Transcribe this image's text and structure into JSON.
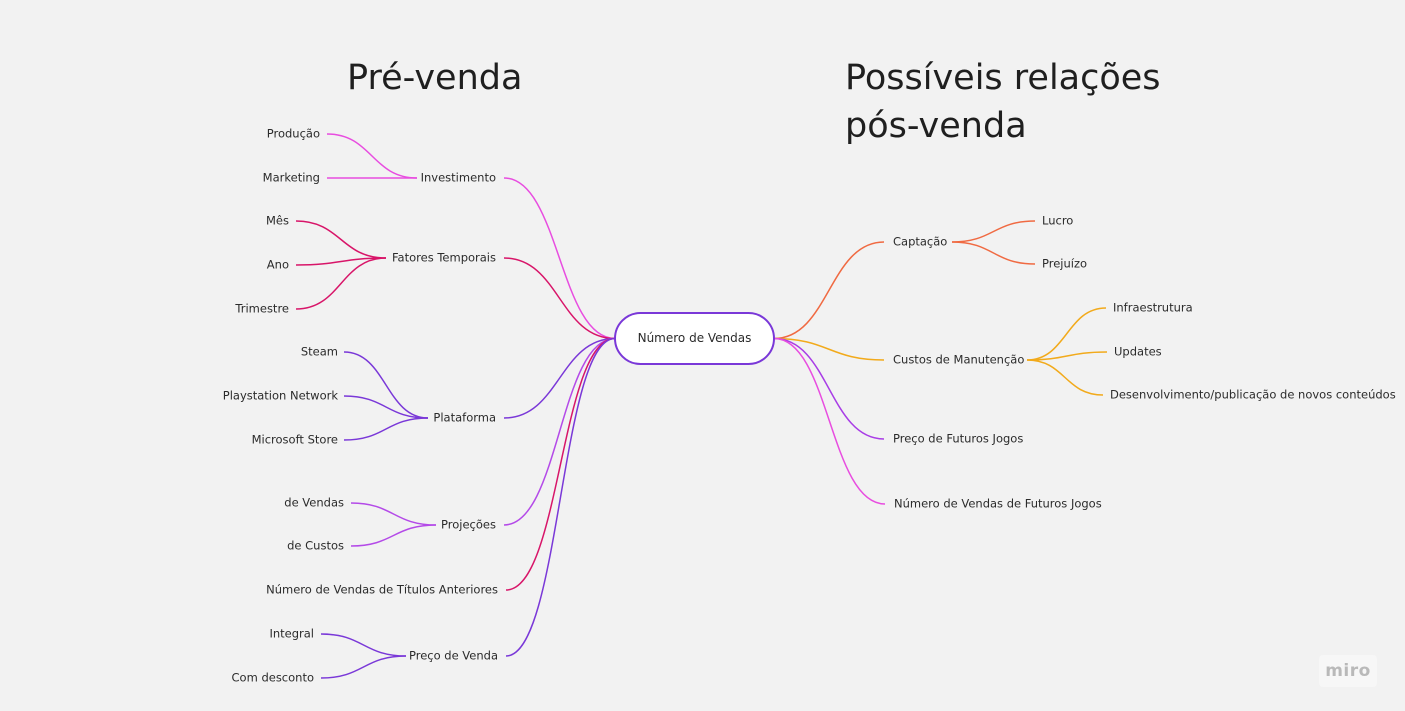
{
  "headings": {
    "left": "Pré-venda",
    "right_line1": "Possíveis relações",
    "right_line2": "pós-venda"
  },
  "root": {
    "label": "Número de Vendas"
  },
  "left_branches": [
    {
      "label": "Investimento",
      "color": "#e84de0",
      "children": [
        {
          "label": "Produção"
        },
        {
          "label": "Marketing"
        }
      ]
    },
    {
      "label": "Fatores Temporais",
      "color": "#d81569",
      "children": [
        {
          "label": "Mês"
        },
        {
          "label": "Ano"
        },
        {
          "label": "Trimestre"
        }
      ]
    },
    {
      "label": "Plataforma",
      "color": "#7a38d8",
      "children": [
        {
          "label": "Steam"
        },
        {
          "label": "Playstation Network"
        },
        {
          "label": "Microsoft Store"
        }
      ]
    },
    {
      "label": "Projeções",
      "color": "#b44ae8",
      "children": [
        {
          "label": "de Vendas"
        },
        {
          "label": "de Custos"
        }
      ]
    },
    {
      "label": "Número de Vendas de Títulos Anteriores",
      "color": "#d81569",
      "children": []
    },
    {
      "label": "Preço de Venda",
      "color": "#7a38d8",
      "children": [
        {
          "label": "Integral"
        },
        {
          "label": "Com desconto"
        }
      ]
    }
  ],
  "right_branches": [
    {
      "label": "Captação",
      "color": "#f06a42",
      "children": [
        {
          "label": "Lucro"
        },
        {
          "label": "Prejuízo"
        }
      ]
    },
    {
      "label": "Custos de Manutenção",
      "color": "#f2aa1b",
      "children": [
        {
          "label": "Infraestrutura"
        },
        {
          "label": "Updates"
        },
        {
          "label": "Desenvolvimento/publicação de novos conteúdos"
        }
      ]
    },
    {
      "label": "Preço de Futuros Jogos",
      "color": "#a93de6",
      "children": []
    },
    {
      "label": "Número de Vendas de Futuros Jogos",
      "color": "#e84de0",
      "children": []
    }
  ],
  "watermark": "miro"
}
